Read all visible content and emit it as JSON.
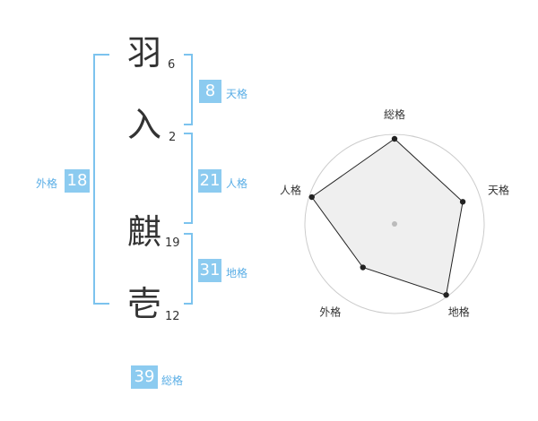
{
  "characters": [
    {
      "char": "羽",
      "strokes": "6"
    },
    {
      "char": "入",
      "strokes": "2"
    },
    {
      "char": "麒",
      "strokes": "19"
    },
    {
      "char": "壱",
      "strokes": "12"
    }
  ],
  "scores": {
    "tenkaku": {
      "value": "8",
      "label": "天格"
    },
    "jinkaku": {
      "value": "21",
      "label": "人格"
    },
    "chikaku": {
      "value": "31",
      "label": "地格"
    },
    "gaikaku": {
      "value": "18",
      "label": "外格"
    },
    "soukaku": {
      "value": "39",
      "label": "総格"
    }
  },
  "colors": {
    "accent": "#8ccbf0",
    "bracket": "#7cc3ee",
    "label": "#5aaee6"
  },
  "chart_data": {
    "type": "radar",
    "axes": [
      "総格",
      "天格",
      "地格",
      "外格",
      "人格"
    ],
    "values": [
      0.95,
      0.8,
      0.98,
      0.6,
      0.97
    ],
    "range": [
      0,
      1
    ],
    "rings": 4
  }
}
